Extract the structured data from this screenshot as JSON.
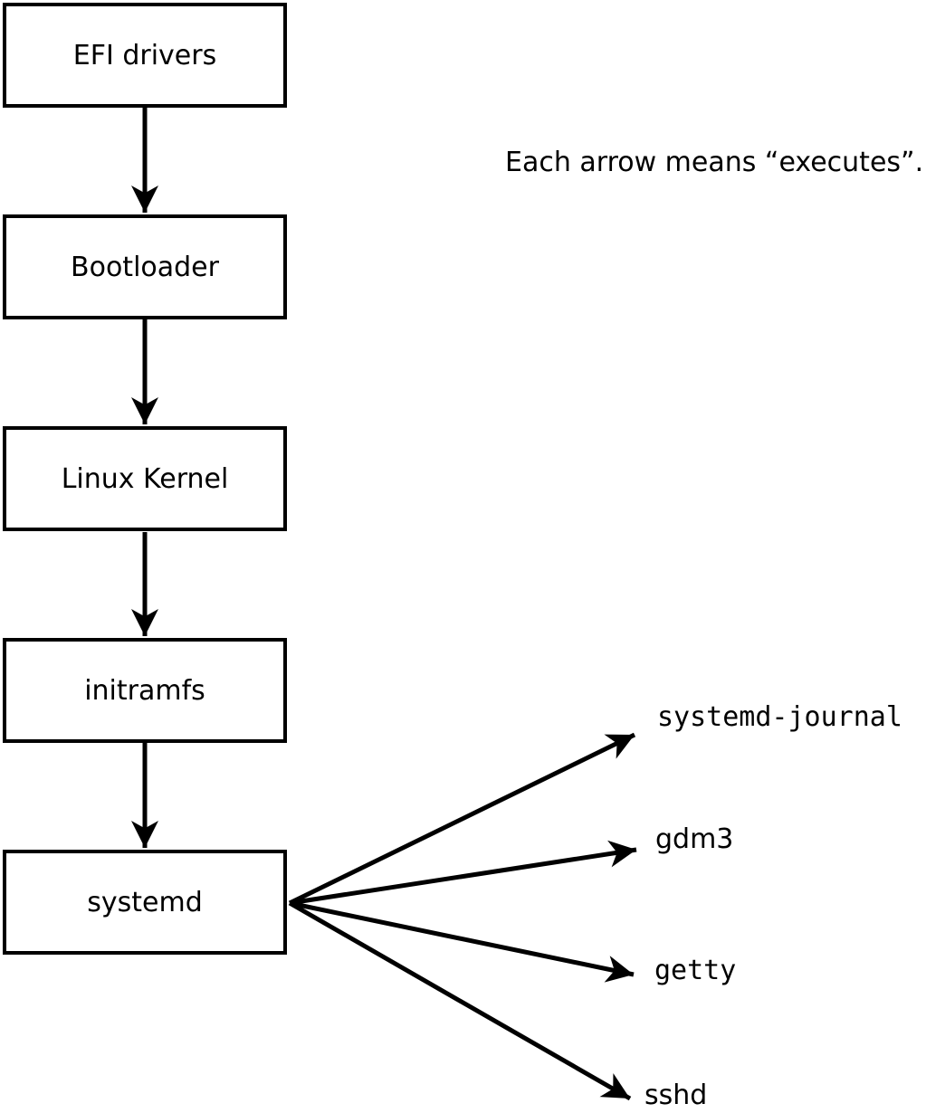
{
  "diagram": {
    "caption": "Each arrow means “executes”.",
    "arrow_meaning": "executes",
    "chain": [
      {
        "label": "EFI drivers"
      },
      {
        "label": "Bootloader"
      },
      {
        "label": "Linux Kernel"
      },
      {
        "label": "initramfs"
      },
      {
        "label": "systemd"
      }
    ],
    "spawned": [
      {
        "label": "systemd-journal"
      },
      {
        "label": "gdm3"
      },
      {
        "label": "getty"
      },
      {
        "label": "sshd"
      }
    ],
    "edges": [
      {
        "from": "EFI drivers",
        "to": "Bootloader"
      },
      {
        "from": "Bootloader",
        "to": "Linux Kernel"
      },
      {
        "from": "Linux Kernel",
        "to": "initramfs"
      },
      {
        "from": "initramfs",
        "to": "systemd"
      },
      {
        "from": "systemd",
        "to": "systemd-journal"
      },
      {
        "from": "systemd",
        "to": "gdm3"
      },
      {
        "from": "systemd",
        "to": "getty"
      },
      {
        "from": "systemd",
        "to": "sshd"
      }
    ],
    "colors": {
      "stroke": "#000000",
      "background": "#ffffff",
      "box_fill": "#ffffff"
    }
  }
}
